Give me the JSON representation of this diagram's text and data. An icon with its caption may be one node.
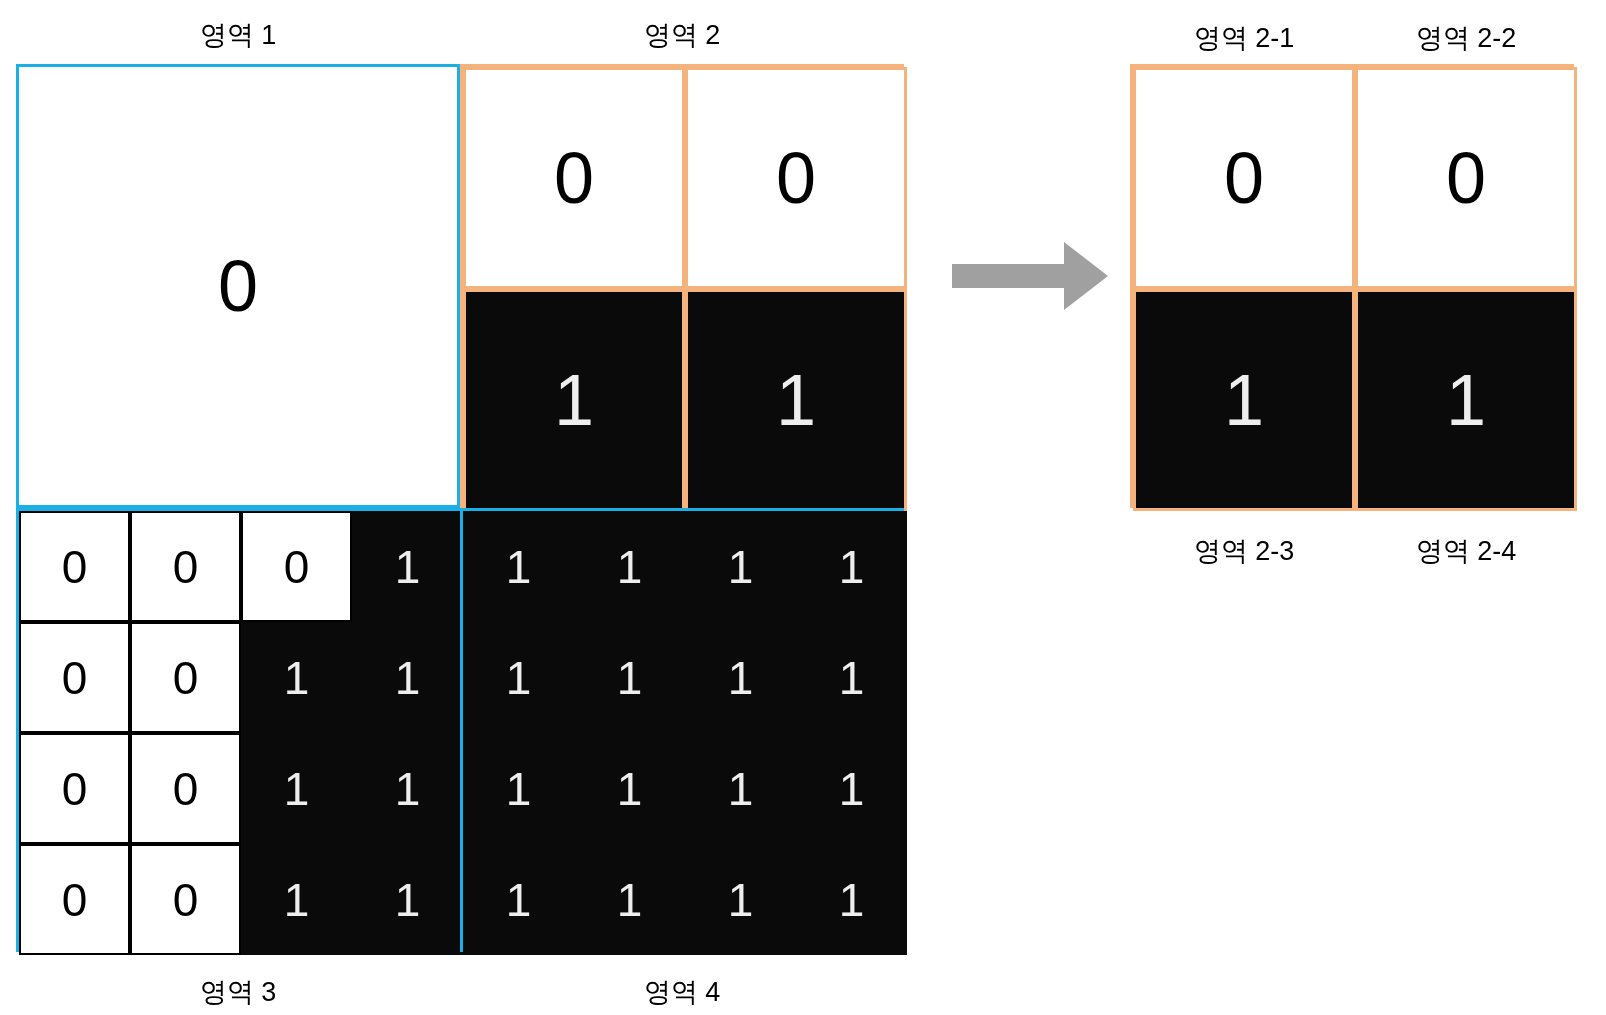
{
  "diagram": {
    "nodes": [
      {
        "text": [
          "영역 1",
          "0"
        ]
      },
      {
        "text": [
          "영역 2"
        ]
      },
      {
        "text": [
          "0"
        ],
        "in": 1
      },
      {
        "text": [
          "0"
        ],
        "in": 1
      },
      {
        "text": [
          "1"
        ],
        "in": 1
      },
      {
        "text": [
          "1"
        ],
        "in": 1
      },
      {
        "text": [
          "영역 3"
        ]
      },
      {
        "text": [
          "0"
        ],
        "in": 6
      },
      {
        "text": [
          "0"
        ],
        "in": 6
      },
      {
        "text": [
          "0"
        ],
        "in": 6
      },
      {
        "text": [
          "1"
        ],
        "in": 6
      },
      {
        "text": [
          "0"
        ],
        "in": 6
      },
      {
        "text": [
          "0"
        ],
        "in": 6
      },
      {
        "text": [
          "1"
        ],
        "in": 6
      },
      {
        "text": [
          "1"
        ],
        "in": 6
      },
      {
        "text": [
          "0"
        ],
        "in": 6
      },
      {
        "text": [
          "0"
        ],
        "in": 6
      },
      {
        "text": [
          "1"
        ],
        "in": 6
      },
      {
        "text": [
          "1"
        ],
        "in": 6
      },
      {
        "text": [
          "0"
        ],
        "in": 6
      },
      {
        "text": [
          "0"
        ],
        "in": 6
      },
      {
        "text": [
          "1"
        ],
        "in": 6
      },
      {
        "text": [
          "1"
        ],
        "in": 6
      },
      {
        "text": [
          "영역 4"
        ]
      },
      {
        "text": [
          "1"
        ],
        "in": 23
      },
      {
        "text": [
          "1"
        ],
        "in": 23
      },
      {
        "text": [
          "1"
        ],
        "in": 23
      },
      {
        "text": [
          "1"
        ],
        "in": 23
      },
      {
        "text": [
          "1"
        ],
        "in": 23
      },
      {
        "text": [
          "1"
        ],
        "in": 23
      },
      {
        "text": [
          "1"
        ],
        "in": 23
      },
      {
        "text": [
          "1"
        ],
        "in": 23
      },
      {
        "text": [
          "1"
        ],
        "in": 23
      },
      {
        "text": [
          "1"
        ],
        "in": 23
      },
      {
        "text": [
          "1"
        ],
        "in": 23
      },
      {
        "text": [
          "1"
        ],
        "in": 23
      },
      {
        "text": [
          "1"
        ],
        "in": 23
      },
      {
        "text": [
          "1"
        ],
        "in": 23
      },
      {
        "text": [
          "1"
        ],
        "in": 23
      },
      {
        "text": [
          "1"
        ],
        "in": 23
      },
      {
        "text": [],
        "shape": "box"
      },
      {
        "text": [
          "영역 2-1",
          "0"
        ],
        "in": 40
      },
      {
        "text": [
          "영역 2-2",
          "0"
        ],
        "in": 40
      },
      {
        "text": [
          "1",
          "영역 2-3"
        ],
        "in": 40
      },
      {
        "text": [
          "1",
          "영역 2-4"
        ],
        "in": 40
      }
    ],
    "edges": [
      {
        "from": 1,
        "to": 40,
        "arrow": "to",
        "color": "#a0a0a0"
      }
    ]
  }
}
